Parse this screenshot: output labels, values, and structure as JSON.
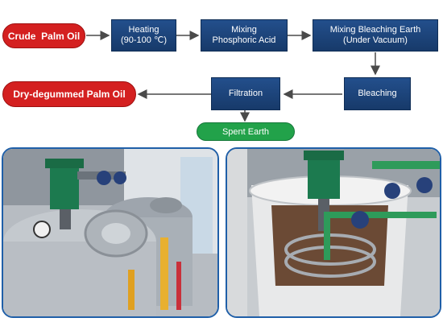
{
  "flow": {
    "crude_palm_oil": "Crude  Palm Oil",
    "heating_line1": "Heating",
    "heating_line2": "(90-100 ℃)",
    "mixing_acid_line1": "Mixing",
    "mixing_acid_line2": "Phosphoric Acid",
    "mixing_earth_line1": "Mixing Bleaching Earth",
    "mixing_earth_line2": "(Under Vacuum)",
    "bleaching": "Bleaching",
    "filtration": "Filtration",
    "dry_degummed": "Dry-degummed Palm Oil",
    "spent_earth": "Spent Earth"
  },
  "colors": {
    "step_box": "#1d4680",
    "start_end": "#d42020",
    "byproduct": "#22a24a",
    "arrow": "#4a4a4a",
    "photo_border": "#1f5fa8"
  }
}
